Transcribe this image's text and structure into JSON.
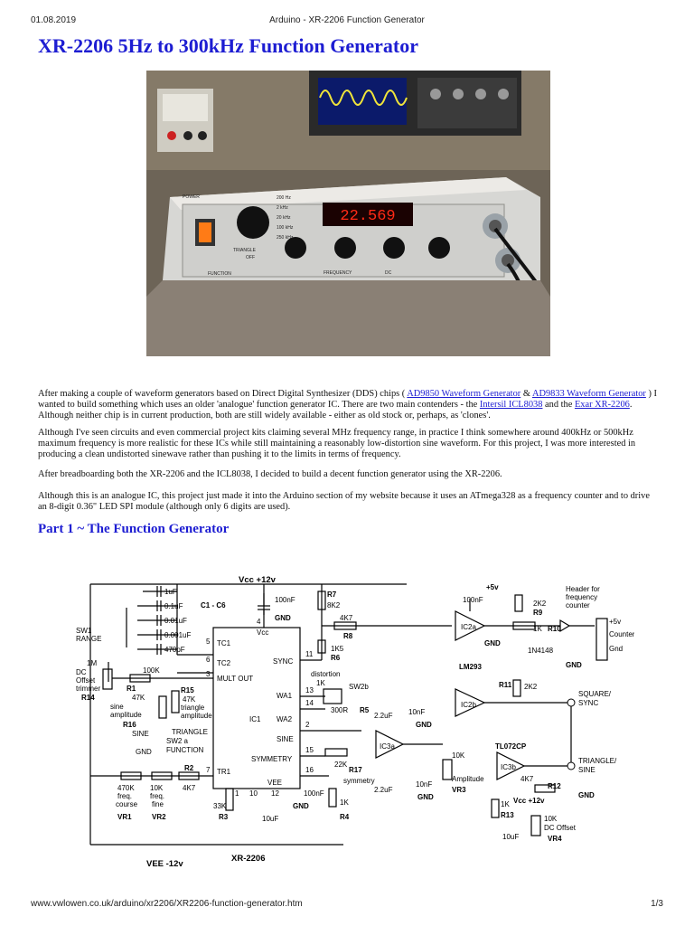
{
  "print_header": {
    "date": "01.08.2019",
    "title": "Arduino - XR-2206 Function Generator"
  },
  "article": {
    "title": "XR-2206 5Hz to 300kHz Function Generator",
    "photo": {
      "front_labels": [
        "POWER",
        "FUNCTION",
        "FREQUENCY",
        "DC",
        "TRIANGLE",
        "OFF"
      ],
      "range_labels": [
        "200 Hz",
        "2 kHz",
        "20 kHz",
        "100 kHz",
        "250 kHz"
      ],
      "display": "22.569"
    },
    "p1": {
      "t1": "After making a couple of waveform generators based on Direct Digital Synthesizer (DDS) chips ( ",
      "l1": "AD9850 Waveform Generator",
      "t2": " & ",
      "l2": "AD9833 Waveform Generator",
      "t3": " ) I wanted to build something which uses an older 'analogue' function generator IC. There are two main contenders - the ",
      "l3": "Intersil ICL8038",
      "t4": " and the ",
      "l4": "Exar XR-2206",
      "t5": ". Although neither chip is in current production, both are still widely available - either as old stock or, perhaps, as 'clones'."
    },
    "p2": "Although I've seen circuits and even commercial project kits claiming several MHz frequency range, in practice I think somewhere around 400kHz or 500kHz maximum frequency is more realistic for these ICs while still maintaining a reasonably low-distortion sine waveform. For this project, I was more interested in producing a clean undistorted sinewave rather than pushing it to the limits in terms of frequency.",
    "p3": "After breadboarding both the XR-2206 and the ICL8038, I decided to build a decent function generator using the XR-2206.",
    "p4": "Although this is an analogue IC, this project just made it into the Arduino section of my website because it uses an ATmega328 as a frequency counter and to drive an 8-digit 0.36\" LED SPI module (although only 6 digits are used).",
    "part1_heading": "Part 1 ~ The Function Generator"
  },
  "schematic": {
    "vcc": "Vcc +12v",
    "vee": "VEE  -12v",
    "ic_label": "XR-2206",
    "c_values": [
      "1uF",
      "0.1uF",
      "0.01uF",
      "0.001uF",
      "470pF"
    ],
    "c_group": "C1 - C6",
    "sw1": "SW1",
    "sw1b": "RANGE",
    "r7": "R7",
    "r7v": "8K2",
    "r8v": "4K7",
    "r8": "R8",
    "r6v": "1K5",
    "r6": "R6",
    "c_100nf_top": "100nF",
    "gnd": "GND",
    "pins": {
      "tc1": "TC1",
      "tc2": "TC2",
      "mult": "MULT OUT",
      "vcc": "Vcc",
      "sync": "SYNC",
      "wa1": "WA1",
      "wa2": "WA2",
      "ic1": "IC1",
      "sine": "SINE",
      "sym": "SYMMETRY",
      "tr1": "TR1",
      "vee": "VEE"
    },
    "pin_numbers": [
      "5",
      "6",
      "3",
      "4",
      "11",
      "13",
      "14",
      "2",
      "15",
      "16",
      "7",
      "1",
      "10",
      "12"
    ],
    "r14_1m": "1M",
    "r14a": "DC",
    "r14b": "Offset",
    "r14c": "trimmer",
    "r14": "R14",
    "r1v": "100K",
    "r1": "R1",
    "r16a": "47K",
    "r16b": "sine",
    "r16c": "amplitude",
    "r16": "R16",
    "r15": "R15",
    "r15a": "47K",
    "r15b": "triangle",
    "r15c": "amplitude",
    "sine_lbl": "SINE",
    "tri_lbl": "TRIANGLE",
    "sw2a": "SW2 a",
    "func": "FUNCTION",
    "vr1a": "470K",
    "vr1b": "freq.",
    "vr1c": "course",
    "vr1": "VR1",
    "vr2a": "10K",
    "vr2b": "freq.",
    "vr2c": "fine",
    "vr2": "VR2",
    "r2": "R2",
    "r2v": "4K7",
    "r3v": "33K",
    "r3": "R3",
    "c_10uf": "10uF",
    "c_100nf": "100nF",
    "r4v": "1K",
    "r4": "R4",
    "r5a": "distortion",
    "r5v": "1K",
    "r5b": "300R",
    "r5": "R5",
    "sw2b": "SW2b",
    "c22": "2.2uF",
    "c10n": "10nF",
    "r17v": "22K",
    "r17": "R17",
    "r17a": "symmetry",
    "ic2a": "IC2a",
    "ic2b": "IC2b",
    "lm293": "LM293",
    "p5v": "+5v",
    "r9v": "2K2",
    "r9": "R9",
    "r10v": "1K",
    "r10": "R10",
    "d1": "1N4148",
    "hdr1": "Header for",
    "hdr2": "frequency",
    "hdr3": "counter",
    "h5v": "+5v",
    "counter": "Counter",
    "gnd_t": "Gnd",
    "r11": "R11",
    "r11v": "2K2",
    "sq1": "SQUARE/",
    "sq2": "SYNC",
    "ic3a": "IC3a",
    "ic3b": "IC3b",
    "tl072": "TL072CP",
    "vr3v": "10K",
    "vr3a": "Amplitude",
    "vr3": "VR3",
    "r12v": "4K7",
    "r12": "R12",
    "tri1": "TRIANGLE/",
    "tri2": "SINE",
    "r13v": "1K",
    "r13": "R13",
    "vcc2": "Vcc +12v",
    "vr4v": "10K",
    "vr4a": "DC Offset",
    "vr4": "VR4"
  },
  "print_footer": {
    "url": "www.vwlowen.co.uk/arduino/xr2206/XR2206-function-generator.htm",
    "page": "1/3"
  }
}
